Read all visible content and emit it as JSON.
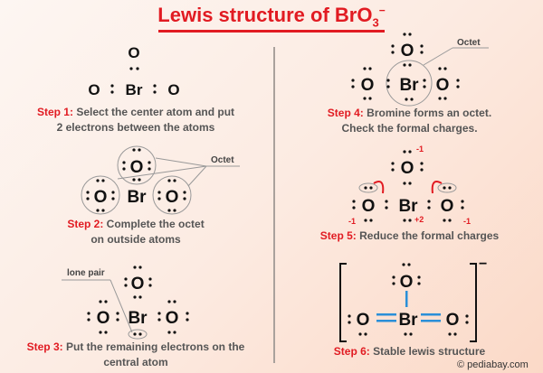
{
  "title": {
    "text": "Lewis structure of BrO",
    "subscript": "3",
    "superscript": "−"
  },
  "steps": [
    {
      "label": "Step 1:",
      "line1": "Select the center atom and put",
      "line2": "2 electrons between the atoms"
    },
    {
      "label": "Step 2:",
      "line1": "Complete the octet",
      "line2": "on outside atoms",
      "annotation": "Octet"
    },
    {
      "label": "Step 3:",
      "line1": "Put the remaining electrons on the",
      "line2": "central atom",
      "annotation": "lone pair"
    },
    {
      "label": "Step 4:",
      "line1": "Bromine forms an octet.",
      "line2": "Check the formal charges.",
      "annotation": "Octet"
    },
    {
      "label": "Step 5:",
      "line1": "Reduce the formal charges",
      "charges": {
        "top_o": "-1",
        "left_o": "-1",
        "br": "+2",
        "right_o": "-1"
      }
    },
    {
      "label": "Step 6:",
      "line1": "Stable lewis structure",
      "ion_charge": "−"
    }
  ],
  "atoms": {
    "oxygen": "O",
    "bromine": "Br"
  },
  "colors": {
    "accent_red": "#e11b22",
    "bond_blue": "#2a8fd8",
    "caption_gray": "#555555"
  },
  "credit": "© pediabay.com"
}
